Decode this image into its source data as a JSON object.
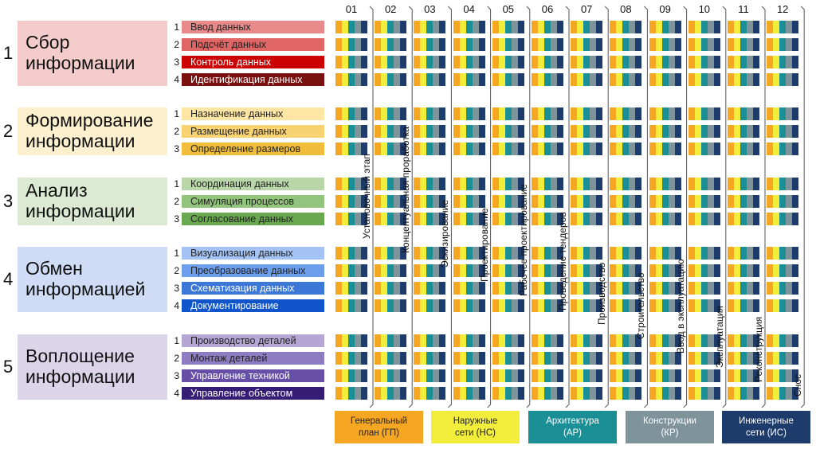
{
  "colors": {
    "orange": "#f5a623",
    "yellow": "#f2ec3b",
    "teal": "#1a8f95",
    "gray": "#7f939b",
    "navy": "#1d3b6b"
  },
  "groups": [
    {
      "number": "1",
      "title": "Сбор\nинформации",
      "box_color": "#f4cccc",
      "items": [
        {
          "num": "1",
          "label": "Ввод данных",
          "color": "#e88a8a",
          "text_color": "#222222"
        },
        {
          "num": "2",
          "label": "Подсчёт данных",
          "color": "#e06565",
          "text_color": "#222222"
        },
        {
          "num": "3",
          "label": "Контроль данных",
          "color": "#cc0000",
          "text_color": "#ffffff"
        },
        {
          "num": "4",
          "label": "Идентификация данных",
          "color": "#7a0f0f",
          "text_color": "#ffffff"
        }
      ]
    },
    {
      "number": "2",
      "title": "Формирование\nинформации",
      "box_color": "#fdf0cf",
      "items": [
        {
          "num": "1",
          "label": "Назначение данных",
          "color": "#fde5a4",
          "text_color": "#222222"
        },
        {
          "num": "2",
          "label": "Размещение данных",
          "color": "#f9d272",
          "text_color": "#222222"
        },
        {
          "num": "3",
          "label": "Определение размеров",
          "color": "#f1be3b",
          "text_color": "#222222"
        }
      ]
    },
    {
      "number": "3",
      "title": "Анализ\nинформации",
      "box_color": "#dcead3",
      "items": [
        {
          "num": "1",
          "label": "Координация данных",
          "color": "#b8d6a7",
          "text_color": "#222222"
        },
        {
          "num": "2",
          "label": "Симуляция процессов",
          "color": "#93c47d",
          "text_color": "#222222"
        },
        {
          "num": "3",
          "label": "Согласование данных",
          "color": "#6aa84f",
          "text_color": "#222222"
        }
      ]
    },
    {
      "number": "4",
      "title": "Обмен\nинформацией",
      "box_color": "#cfdcf5",
      "items": [
        {
          "num": "1",
          "label": "Визуализация данных",
          "color": "#a4c2f4",
          "text_color": "#222222"
        },
        {
          "num": "2",
          "label": "Преобразование данных",
          "color": "#6d9eeb",
          "text_color": "#222222"
        },
        {
          "num": "3",
          "label": "Схематизация данных",
          "color": "#3c78d8",
          "text_color": "#ffffff"
        },
        {
          "num": "4",
          "label": "Документирование",
          "color": "#1155cc",
          "text_color": "#ffffff"
        }
      ]
    },
    {
      "number": "5",
      "title": "Воплощение\nинформации",
      "box_color": "#dcd5ea",
      "items": [
        {
          "num": "1",
          "label": "Производство деталей",
          "color": "#b4a7d6",
          "text_color": "#222222"
        },
        {
          "num": "2",
          "label": "Монтаж деталей",
          "color": "#8e7cc3",
          "text_color": "#222222"
        },
        {
          "num": "3",
          "label": "Управление техникой",
          "color": "#674ea7",
          "text_color": "#ffffff"
        },
        {
          "num": "4",
          "label": "Управление объектом",
          "color": "#351c75",
          "text_color": "#ffffff"
        }
      ]
    }
  ],
  "columns": [
    {
      "number": "01",
      "label": "Установочный этап"
    },
    {
      "number": "02",
      "label": "Концептуальная проработка"
    },
    {
      "number": "03",
      "label": "Эскизирование"
    },
    {
      "number": "04",
      "label": "Проектирование"
    },
    {
      "number": "05",
      "label": "Рабочее проектирование"
    },
    {
      "number": "06",
      "label": "Проведение тендеров"
    },
    {
      "number": "07",
      "label": "Производство"
    },
    {
      "number": "08",
      "label": "Строительство"
    },
    {
      "number": "09",
      "label": "Ввод в эксплуатацию"
    },
    {
      "number": "10",
      "label": "Эксплуатация"
    },
    {
      "number": "11",
      "label": "Реконструкция"
    },
    {
      "number": "12",
      "label": "Снос"
    }
  ],
  "legend": [
    {
      "label": "Генеральный\nплан (ГП)",
      "color": "#f5a623",
      "text_color": "#222222"
    },
    {
      "label": "Наружные\nсети (НС)",
      "color": "#f2ec3b",
      "text_color": "#222222"
    },
    {
      "label": "Архитектура\n(АР)",
      "color": "#1a8f95",
      "text_color": "#ffffff"
    },
    {
      "label": "Конструкции\n(КР)",
      "color": "#7f939b",
      "text_color": "#ffffff"
    },
    {
      "label": "Инженерные\nсети (ИС)",
      "color": "#1d3b6b",
      "text_color": "#ffffff"
    }
  ]
}
